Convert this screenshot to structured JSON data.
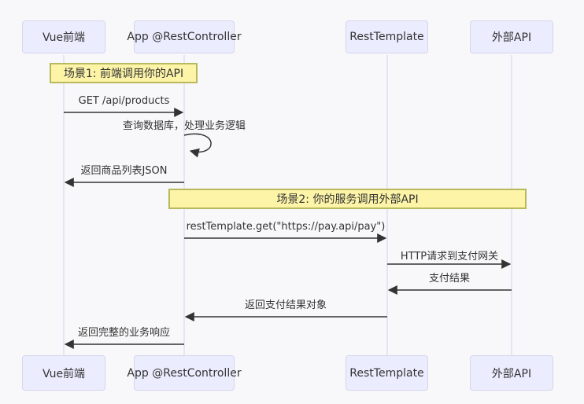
{
  "diagram": {
    "type": "sequence-diagram",
    "actors": [
      "Vue前端",
      "App @RestController",
      "RestTemplate",
      "外部API"
    ],
    "notes": [
      {
        "label": "场景1: 前端调用你的API",
        "over": "Vue前端 — App @RestController"
      },
      {
        "label": "场景2: 你的服务调用外部API",
        "over": "App @RestController — 外部API"
      }
    ],
    "messages": [
      {
        "from": "Vue前端",
        "to": "App @RestController",
        "label": "GET /api/products"
      },
      {
        "from": "App @RestController",
        "to": "App @RestController",
        "label": "查询数据库，处理业务逻辑",
        "self": true
      },
      {
        "from": "App @RestController",
        "to": "Vue前端",
        "label": "返回商品列表JSON"
      },
      {
        "from": "App @RestController",
        "to": "RestTemplate",
        "label": "restTemplate.get(\"https://pay.api/pay\")"
      },
      {
        "from": "RestTemplate",
        "to": "外部API",
        "label": "HTTP请求到支付网关"
      },
      {
        "from": "外部API",
        "to": "RestTemplate",
        "label": "支付结果"
      },
      {
        "from": "RestTemplate",
        "to": "App @RestController",
        "label": "返回支付结果对象"
      },
      {
        "from": "App @RestController",
        "to": "Vue前端",
        "label": "返回完整的业务响应"
      }
    ],
    "colors": {
      "background": "#f8f8fa",
      "actor_fill": "#ececff",
      "actor_border": "#d5d5ec",
      "note_fill": "#fdf4a8",
      "note_border": "#b8b85c",
      "lifeline": "#d5d2e8",
      "message_line": "#333333",
      "text": "#333333"
    }
  }
}
